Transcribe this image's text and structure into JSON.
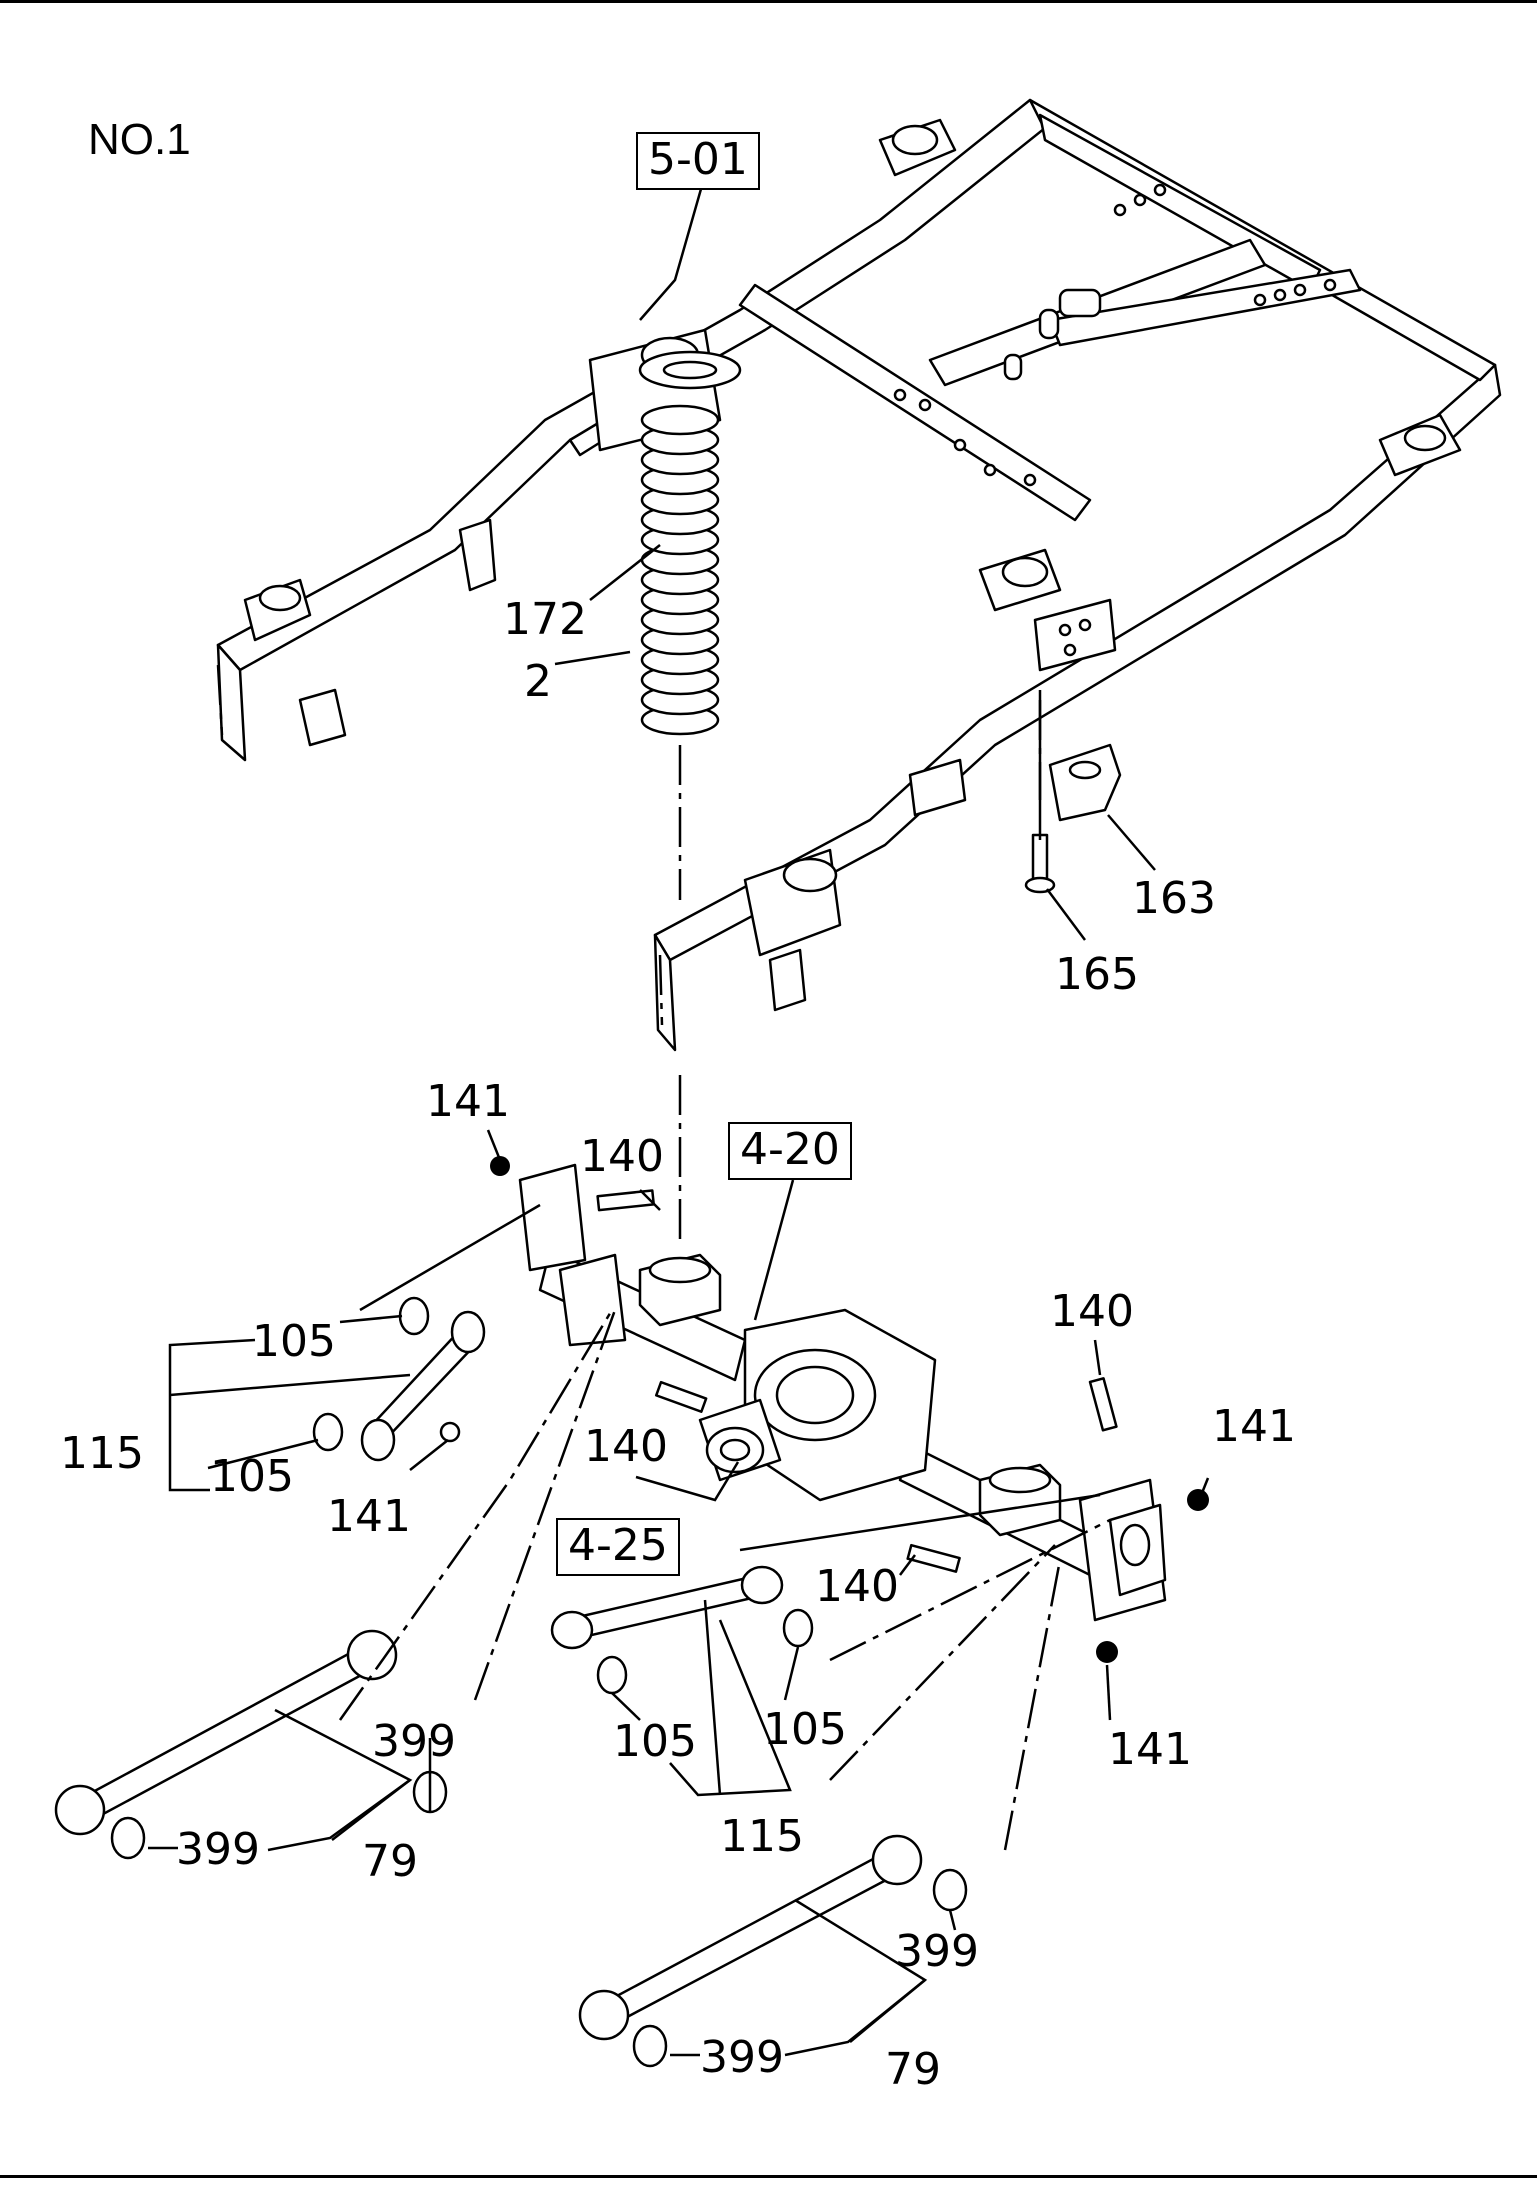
{
  "diagram": {
    "title": "NO.1",
    "refs": {
      "frame": "5-01",
      "axle": "4-20",
      "diff": "4-25"
    },
    "labels": {
      "l172": "172",
      "l2": "2",
      "l163": "163",
      "l165": "165",
      "l141a": "141",
      "l140a": "140",
      "l105a": "105",
      "l115a": "115",
      "l105b": "105",
      "l141b": "141",
      "l140b": "140",
      "l140c": "140",
      "l141c": "141",
      "l140d": "140",
      "l141d": "141",
      "l105c": "105",
      "l105d": "105",
      "l115b": "115",
      "l399a": "399",
      "l399b": "399",
      "l79a": "79",
      "l399c": "399",
      "l399d": "399",
      "l79b": "79"
    }
  }
}
